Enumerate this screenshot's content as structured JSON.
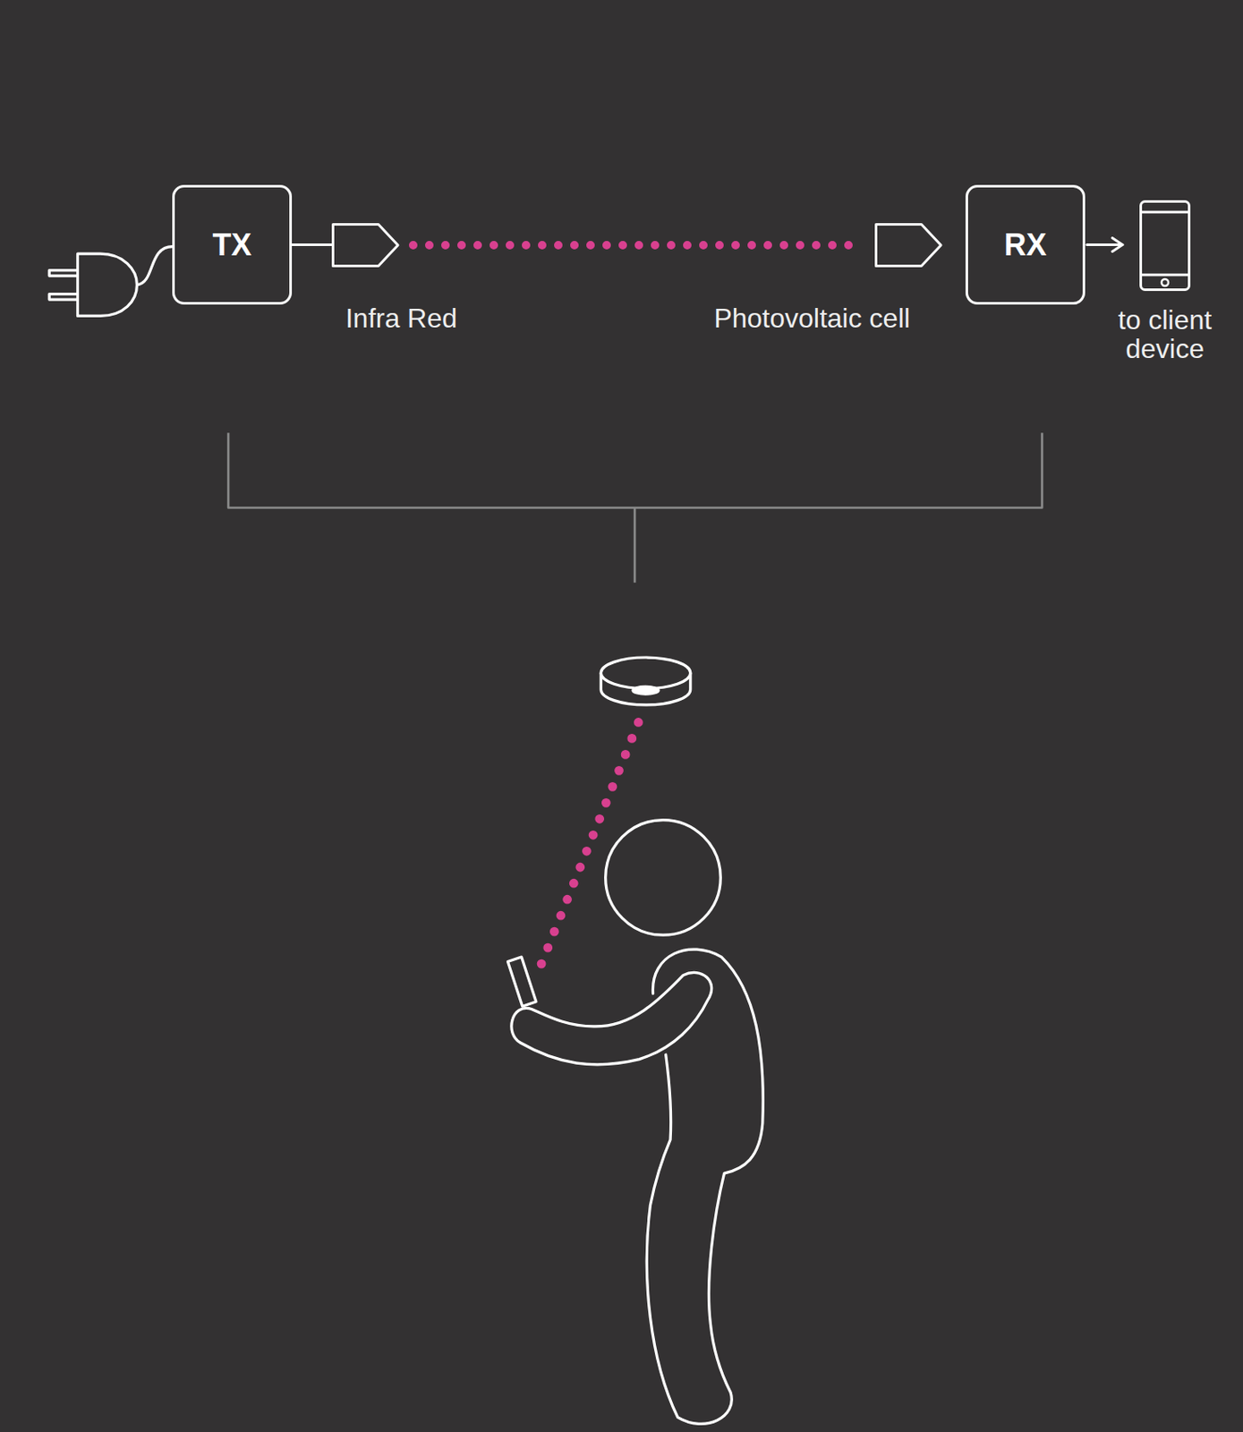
{
  "diagram": {
    "nodes": [
      {
        "text": [
          "TX"
        ]
      },
      {
        "text": [
          "Infra Red"
        ]
      },
      {
        "text": [
          "Photovoltaic cell"
        ]
      },
      {
        "text": [
          "RX"
        ]
      },
      {
        "text": [
          "to client device"
        ]
      }
    ],
    "edges": [
      {
        "from": 0,
        "to": 1,
        "arrow": "none"
      },
      {
        "from": 1,
        "to": 2,
        "arrow": "none"
      },
      {
        "from": 3,
        "to": 4,
        "arrow": "to"
      }
    ]
  }
}
